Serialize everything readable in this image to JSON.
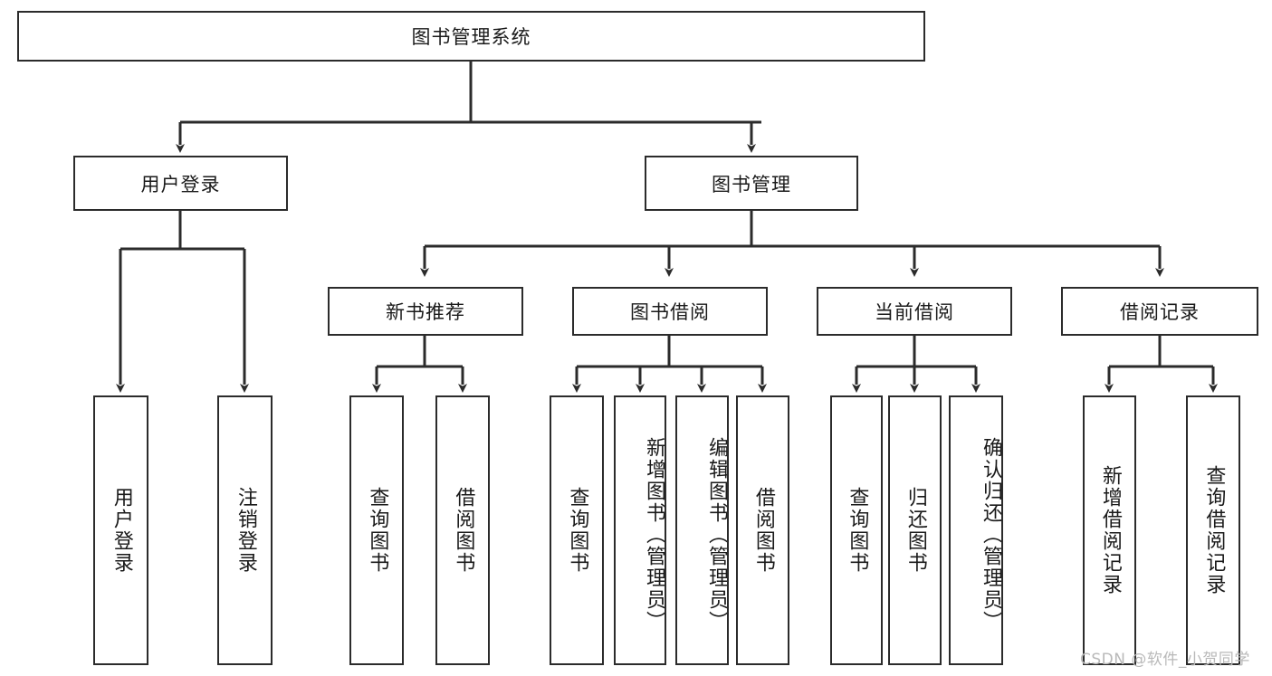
{
  "diagram": {
    "type": "tree-hierarchy-chart",
    "title_node": {
      "label": "图书管理系统"
    },
    "level2": [
      {
        "id": "user-login",
        "label": "用户登录"
      },
      {
        "id": "book-management",
        "label": "图书管理"
      }
    ],
    "level3": [
      {
        "id": "new-book-recommend",
        "label": "新书推荐",
        "parent": "book-management"
      },
      {
        "id": "book-borrow",
        "label": "图书借阅",
        "parent": "book-management"
      },
      {
        "id": "current-borrow",
        "label": "当前借阅",
        "parent": "book-management"
      },
      {
        "id": "borrow-record",
        "label": "借阅记录",
        "parent": "book-management"
      }
    ],
    "leaves": [
      {
        "id": "leaf-user-login",
        "label": "用户登录",
        "parent": "user-login"
      },
      {
        "id": "leaf-user-logout",
        "label": "注销登录",
        "parent": "user-login"
      },
      {
        "id": "leaf-query-book-1",
        "label": "查询图书",
        "parent": "new-book-recommend"
      },
      {
        "id": "leaf-borrow-book-1",
        "label": "借阅图书",
        "parent": "new-book-recommend"
      },
      {
        "id": "leaf-query-book-2",
        "label": "查询图书",
        "parent": "book-borrow"
      },
      {
        "id": "leaf-add-book",
        "label": "新增图书（管理员）",
        "parent": "book-borrow"
      },
      {
        "id": "leaf-edit-book",
        "label": "编辑图书（管理员）",
        "parent": "book-borrow"
      },
      {
        "id": "leaf-borrow-book-2",
        "label": "借阅图书",
        "parent": "book-borrow"
      },
      {
        "id": "leaf-query-book-3",
        "label": "查询图书",
        "parent": "current-borrow"
      },
      {
        "id": "leaf-return-book",
        "label": "归还图书",
        "parent": "current-borrow"
      },
      {
        "id": "leaf-confirm-return",
        "label": "确认归还（管理员）",
        "parent": "current-borrow"
      },
      {
        "id": "leaf-add-record",
        "label": "新增借阅记录",
        "parent": "borrow-record"
      },
      {
        "id": "leaf-query-record",
        "label": "查询借阅记录",
        "parent": "borrow-record"
      }
    ],
    "watermark": "CSDN @软件_小贺同学",
    "colors": {
      "stroke": "#2b2b2b",
      "background": "#ffffff",
      "text": "#1a1a1a",
      "watermark": "#b9b9b9"
    }
  }
}
